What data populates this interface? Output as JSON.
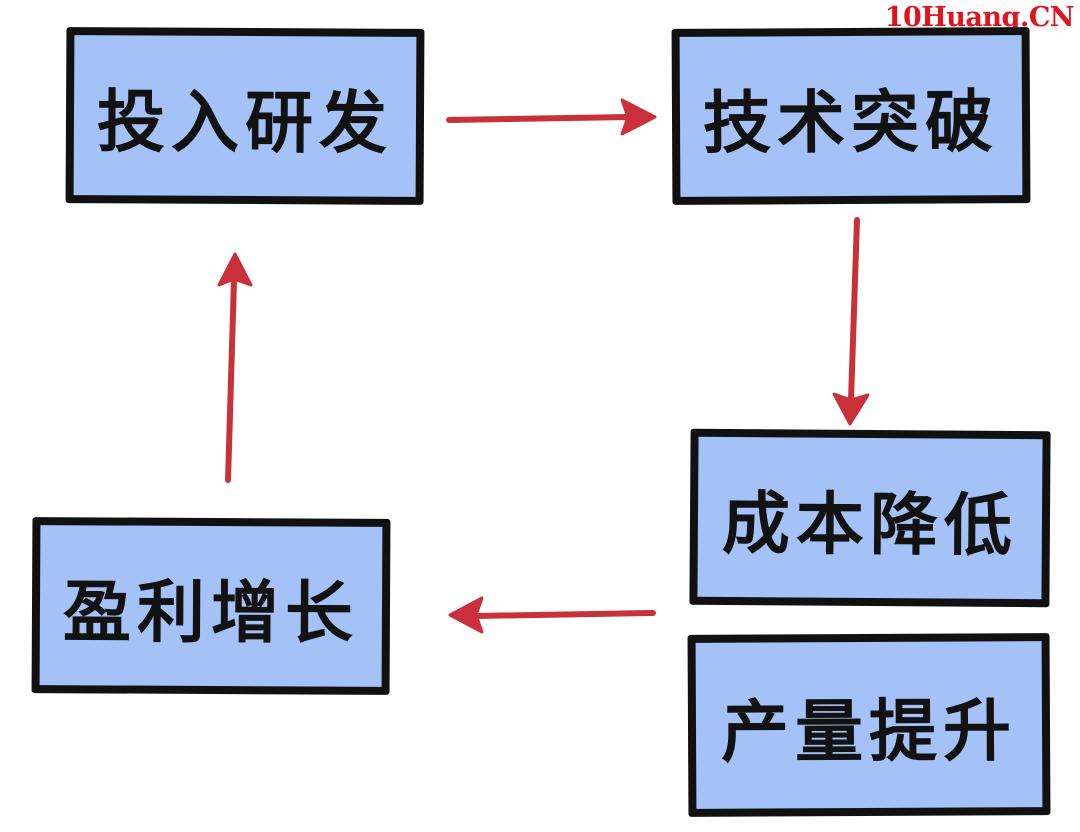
{
  "watermark": "10Huang.CN",
  "colors": {
    "box_fill": "#a4c2f8",
    "box_border": "#111111",
    "arrow": "#c9303a",
    "watermark": "#e0141e"
  },
  "nodes": {
    "invest": "投入研发",
    "tech": "技术突破",
    "cost": "成本降低",
    "output": "产量提升",
    "profit": "盈利增长"
  },
  "edges": [
    {
      "from": "投入研发",
      "to": "技术突破"
    },
    {
      "from": "技术突破",
      "to": "成本降低"
    },
    {
      "from": "成本降低",
      "to": "盈利增长"
    },
    {
      "from": "盈利增长",
      "to": "投入研发"
    }
  ]
}
